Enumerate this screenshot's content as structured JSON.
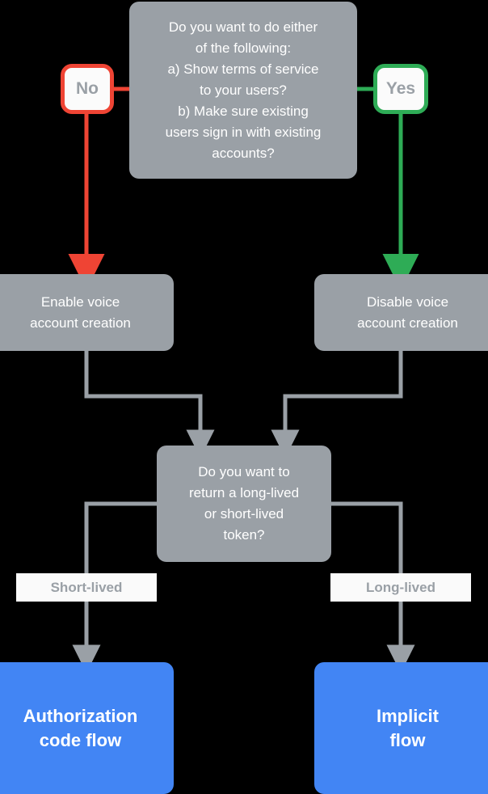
{
  "diagram": {
    "title": "Voice account creation and token flow decision chart",
    "background": "#000000",
    "colors": {
      "node_gray": "#9aa0a6",
      "node_blue": "#4285f4",
      "edge_gray": "#9aa0a6",
      "edge_red": "#ef4434",
      "edge_green": "#2eac56",
      "badge_bg": "#fbfbfb",
      "badge_text": "#9aa0a6",
      "label_bg": "#fafafa",
      "label_text": "#9aa0a6",
      "node_text": "#ffffff"
    },
    "nodes": {
      "question_top": "Do you want to do either\nof the following:\na) Show terms of service\nto your users?\nb) Make sure existing\nusers sign in with existing\naccounts?",
      "enable_voice": "Enable voice\naccount creation",
      "disable_voice": "Disable voice\naccount creation",
      "question_token": "Do you want to\nreturn a long-lived\nor short-lived\ntoken?",
      "auth_code_flow": "Authorization\ncode flow",
      "implicit_flow": "Implicit\nflow"
    },
    "badges": {
      "no": "No",
      "yes": "Yes"
    },
    "edge_labels": {
      "short_lived": "Short-lived",
      "long_lived": "Long-lived"
    }
  }
}
